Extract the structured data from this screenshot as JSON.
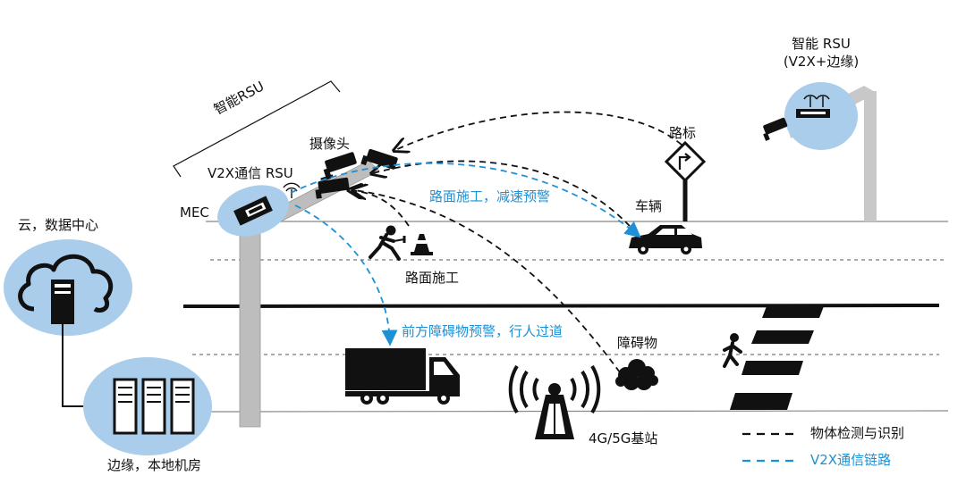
{
  "labels": {
    "smart_rsu_left": "智能RSU",
    "camera": "摄像头",
    "v2x_rsu": "V2X通信 RSU",
    "mec": "MEC",
    "cloud": "云，数据中心",
    "edge": "边缘，本地机房",
    "road_construction": "路面施工",
    "construction_warning": "路面施工，减速预警",
    "vehicle": "车辆",
    "road_sign": "路标",
    "smart_rsu_right_line1": "智能 RSU",
    "smart_rsu_right_line2": "(V2X+边缘)",
    "obstacle_warning": "前方障碍物预警，行人过道",
    "obstacle": "障碍物",
    "base_station": "4G/5G基站"
  },
  "legend": [
    {
      "label": "物体检测与识别",
      "style": "dashed",
      "color": "#111111"
    },
    {
      "label": "V2X通信链路",
      "style": "dashed",
      "color": "#1e90d6"
    }
  ],
  "colors": {
    "blue_link": "#1e90d6",
    "ellipse_fill": "#a9cdea",
    "pole": "#bdbdbd",
    "road_line": "#888888",
    "black": "#111111"
  }
}
